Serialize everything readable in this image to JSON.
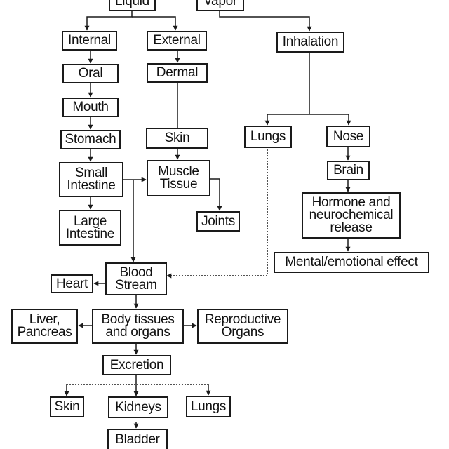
{
  "nodes": {
    "liquid": "Liquid",
    "vapor": "Vapor",
    "internal": "Internal",
    "external": "External",
    "inhalation": "Inhalation",
    "oral": "Oral",
    "dermal": "Dermal",
    "mouth": "Mouth",
    "stomach": "Stomach",
    "skin_top": "Skin",
    "lungs_top": "Lungs",
    "nose": "Nose",
    "small_intestine": "Small\nIntestine",
    "muscle_tissue": "Muscle\nTissue",
    "brain": "Brain",
    "hormone": "Hormone and\nneurochemical\nrelease",
    "large_intestine": "Large\nIntestine",
    "joints": "Joints",
    "mental": "Mental/emotional effect",
    "blood_stream": "Blood\nStream",
    "heart": "Heart",
    "liver_pancreas": "Liver,\nPancreas",
    "body_tissues": "Body tissues\nand organs",
    "reproductive": "Reproductive\nOrgans",
    "excretion": "Excretion",
    "skin_bottom": "Skin",
    "kidneys": "Kidneys",
    "lungs_bottom": "Lungs",
    "bladder": "Bladder"
  },
  "colors": {
    "line": "#1a1a1a",
    "background": "#ffffff"
  }
}
